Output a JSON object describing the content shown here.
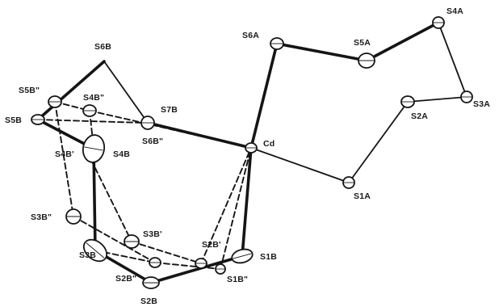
{
  "atoms": [
    {
      "id": "Cd",
      "label": "Cd"
    },
    {
      "id": "S1A",
      "label": "S1A"
    },
    {
      "id": "S2A",
      "label": "S2A"
    },
    {
      "id": "S3A",
      "label": "S3A"
    },
    {
      "id": "S4A",
      "label": "S4A"
    },
    {
      "id": "S5A",
      "label": "S5A"
    },
    {
      "id": "S6A",
      "label": "S6A"
    },
    {
      "id": "S1B",
      "label": "S1B"
    },
    {
      "id": "S2B",
      "label": "S2B"
    },
    {
      "id": "S3B",
      "label": "S3B"
    },
    {
      "id": "S4B",
      "label": "S4B"
    },
    {
      "id": "S5B",
      "label": "S5B"
    },
    {
      "id": "S6B",
      "label": "S6B"
    },
    {
      "id": "S7B",
      "label": "S7B"
    },
    {
      "id": "S1Bpp",
      "label": "S1B\""
    },
    {
      "id": "S2Bp",
      "label": "S2B'"
    },
    {
      "id": "S2Bpp",
      "label": "S2B\""
    },
    {
      "id": "S3Bp",
      "label": "S3B'"
    },
    {
      "id": "S3Bpp",
      "label": "S3B\""
    },
    {
      "id": "S4Bp",
      "label": "S4B'"
    },
    {
      "id": "S4Bpp",
      "label": "S4B\""
    },
    {
      "id": "S5Bpp",
      "label": "S5B\""
    },
    {
      "id": "S6Bpp",
      "label": "S6B\""
    }
  ],
  "bonds": [
    {
      "from": "Cd",
      "to": "S6A",
      "style": "bold"
    },
    {
      "from": "S6A",
      "to": "S5A",
      "style": "bold"
    },
    {
      "from": "S5A",
      "to": "S4A",
      "style": "bold"
    },
    {
      "from": "S4A",
      "to": "S3A",
      "style": "thin"
    },
    {
      "from": "S3A",
      "to": "S2A",
      "style": "thin"
    },
    {
      "from": "S2A",
      "to": "S1A",
      "style": "thin"
    },
    {
      "from": "S1A",
      "to": "Cd",
      "style": "thin"
    },
    {
      "from": "Cd",
      "to": "S7B",
      "style": "bold"
    },
    {
      "from": "S7B",
      "to": "S6B",
      "style": "thin"
    },
    {
      "from": "S6B",
      "to": "S5B",
      "style": "bold"
    },
    {
      "from": "S5B",
      "to": "S4B",
      "style": "bold"
    },
    {
      "from": "S4B",
      "to": "S3B",
      "style": "bold"
    },
    {
      "from": "S3B",
      "to": "S2B",
      "style": "bold"
    },
    {
      "from": "S2B",
      "to": "S1B",
      "style": "bold"
    },
    {
      "from": "S1B",
      "to": "Cd",
      "style": "bold"
    },
    {
      "from": "S5B",
      "to": "S4Bp",
      "style": "dashed"
    },
    {
      "from": "S4Bp",
      "to": "S3Bp",
      "style": "dashed"
    },
    {
      "from": "S3Bp",
      "to": "S2Bp",
      "style": "dashed"
    },
    {
      "from": "S2Bp",
      "to": "Cd",
      "style": "dashed"
    },
    {
      "from": "S5Bpp",
      "to": "S4Bpp",
      "style": "dashed"
    },
    {
      "from": "S4Bpp",
      "to": "S6Bpp",
      "style": "dashed"
    },
    {
      "from": "S6Bpp",
      "to": "Cd",
      "style": "dashed"
    },
    {
      "from": "S5Bpp",
      "to": "S3Bpp",
      "style": "dashed"
    },
    {
      "from": "S3Bpp",
      "to": "S2Bpp",
      "style": "dashed"
    },
    {
      "from": "S2Bpp",
      "to": "S1Bpp",
      "style": "dashed"
    },
    {
      "from": "S1Bpp",
      "to": "Cd",
      "style": "dashed"
    },
    {
      "from": "S5B",
      "to": "S6Bpp",
      "style": "dashed"
    },
    {
      "from": "S4Bpp",
      "to": "S4B",
      "style": "dashed"
    },
    {
      "from": "S3B",
      "to": "S2Bpp",
      "style": "dashed"
    }
  ]
}
